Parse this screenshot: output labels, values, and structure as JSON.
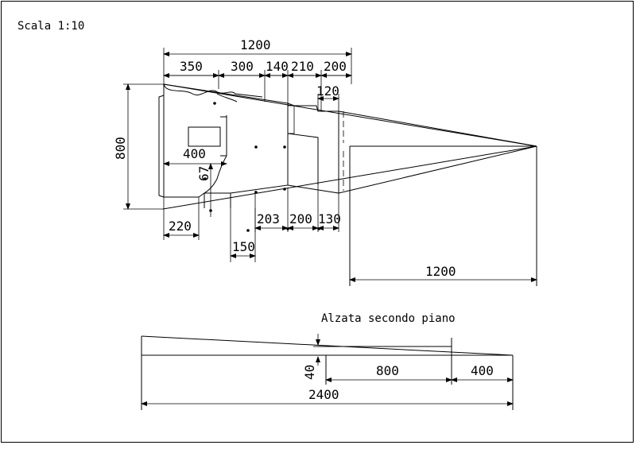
{
  "header": {
    "scale_label": "Scala 1:10"
  },
  "plan": {
    "overall_width": "1200",
    "top_dims": [
      "350",
      "300",
      "140",
      "210",
      "200"
    ],
    "inner_dim": "120",
    "height": "800",
    "inner_width": "400",
    "inner_height": "67",
    "bottom_left": "220",
    "bottom_mid": "150",
    "bottom_dims": [
      "203",
      "200",
      "130"
    ],
    "projection": "1200"
  },
  "elevation": {
    "title": "Alzata secondo piano",
    "rise": "40",
    "segment_a": "800",
    "segment_b": "400",
    "total": "2400"
  }
}
